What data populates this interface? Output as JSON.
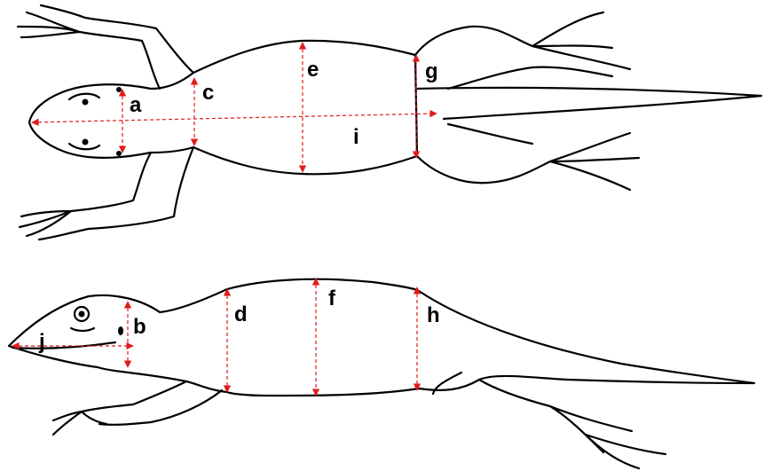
{
  "accent_color": "#e01b1b",
  "dorsal_view": {
    "labels": {
      "a": "a",
      "c": "c",
      "e": "e",
      "g": "g",
      "i": "i"
    }
  },
  "lateral_view": {
    "labels": {
      "b": "b",
      "d": "d",
      "f": "f",
      "h": "h",
      "j": "j"
    }
  }
}
